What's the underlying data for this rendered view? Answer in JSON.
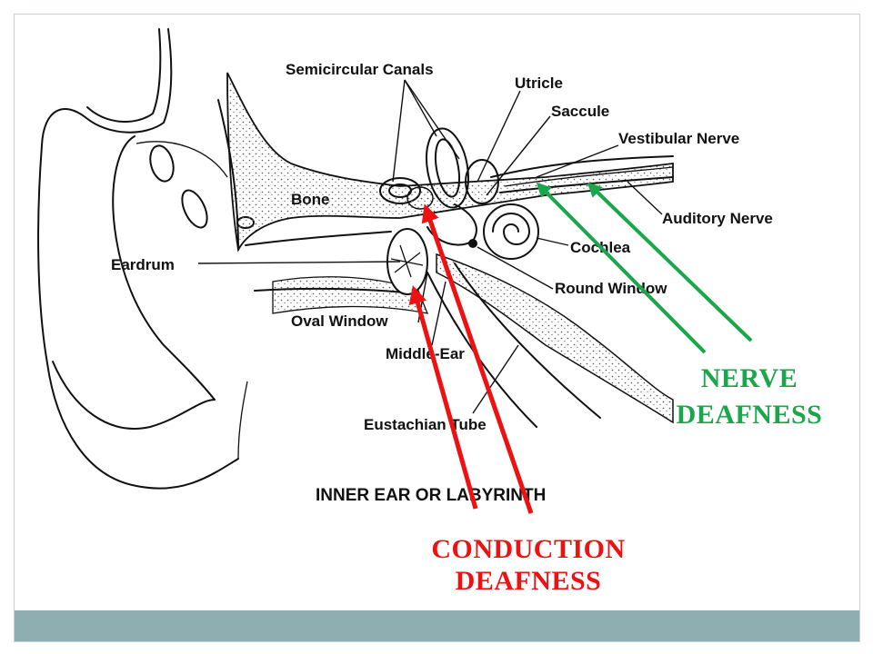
{
  "diagram": {
    "title": "INNER EAR OR LABYRINTH",
    "labels": {
      "semicircular_canals": "Semicircular Canals",
      "utricle": "Utricle",
      "saccule": "Saccule",
      "vestibular_nerve": "Vestibular Nerve",
      "bone": "Bone",
      "auditory_nerve": "Auditory Nerve",
      "eardrum": "Eardrum",
      "cochlea": "Cochlea",
      "round_window": "Round Window",
      "oval_window": "Oval Window",
      "middle_ear": "Middle-Ear",
      "eustachian_tube": "Eustachian Tube"
    },
    "callouts": {
      "nerve_line1": "NERVE",
      "nerve_line2": "DEAFNESS",
      "conduction_line1": "CONDUCTION",
      "conduction_line2": "DEAFNESS"
    },
    "colors": {
      "nerve_arrow": "#1aa64a",
      "conduction_arrow": "#ee1111",
      "footer": "#8faeb2"
    }
  }
}
